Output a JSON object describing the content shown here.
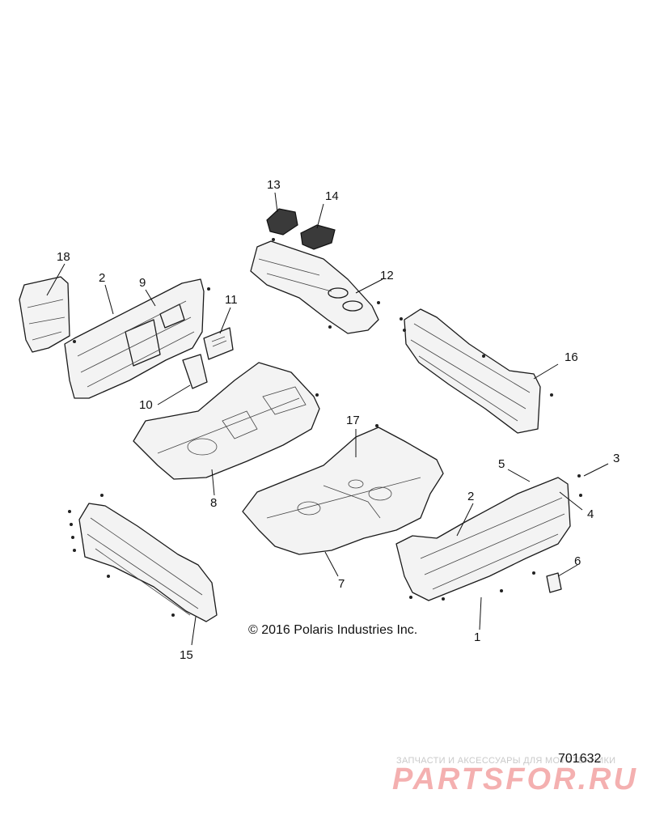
{
  "diagram": {
    "copyright": "© 2016 Polaris Industries Inc.",
    "drawing_number": "701632",
    "callouts": [
      {
        "id": "1",
        "label": "1"
      },
      {
        "id": "2a",
        "label": "2"
      },
      {
        "id": "2b",
        "label": "2"
      },
      {
        "id": "3",
        "label": "3"
      },
      {
        "id": "4",
        "label": "4"
      },
      {
        "id": "5",
        "label": "5"
      },
      {
        "id": "6",
        "label": "6"
      },
      {
        "id": "7",
        "label": "7"
      },
      {
        "id": "8",
        "label": "8"
      },
      {
        "id": "9",
        "label": "9"
      },
      {
        "id": "10",
        "label": "10"
      },
      {
        "id": "11",
        "label": "11"
      },
      {
        "id": "12",
        "label": "12"
      },
      {
        "id": "13",
        "label": "13"
      },
      {
        "id": "14",
        "label": "14"
      },
      {
        "id": "15",
        "label": "15"
      },
      {
        "id": "16",
        "label": "16"
      },
      {
        "id": "17",
        "label": "17"
      },
      {
        "id": "18",
        "label": "18"
      }
    ]
  },
  "watermark": {
    "caption": "ЗАПЧАСТИ И АКСЕССУАРЫ ДЛЯ МОТОТЕХНИКИ",
    "logo": "PARTSFOR.RU"
  }
}
